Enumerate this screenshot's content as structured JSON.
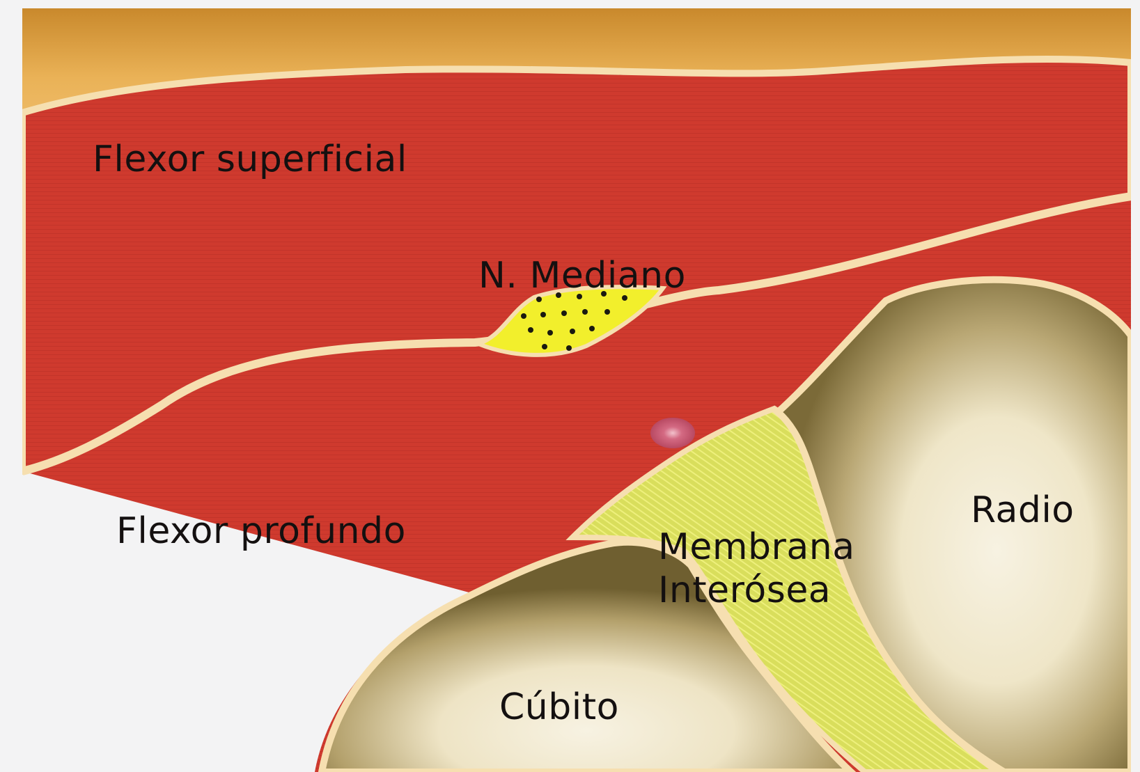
{
  "labels": {
    "flexor_superficial": "Flexor superficial",
    "n_mediano": "N. Mediano",
    "flexor_profundo": "Flexor profundo",
    "radio": "Radio",
    "membrana_line1": "Membrana",
    "membrana_line2": "Interósea",
    "cubito": "Cúbito"
  },
  "colors": {
    "background": "#f3f3f4",
    "fat": "#e8a84a",
    "muscle": "#cf3a2e",
    "fascia": "#f6dfb0",
    "nerve": "#f2ef2c",
    "membrane": "#d7dc5a",
    "bone_outer": "#8a7a45",
    "bone_inner": "#f3ecd8",
    "vessel": "#c9506a"
  }
}
